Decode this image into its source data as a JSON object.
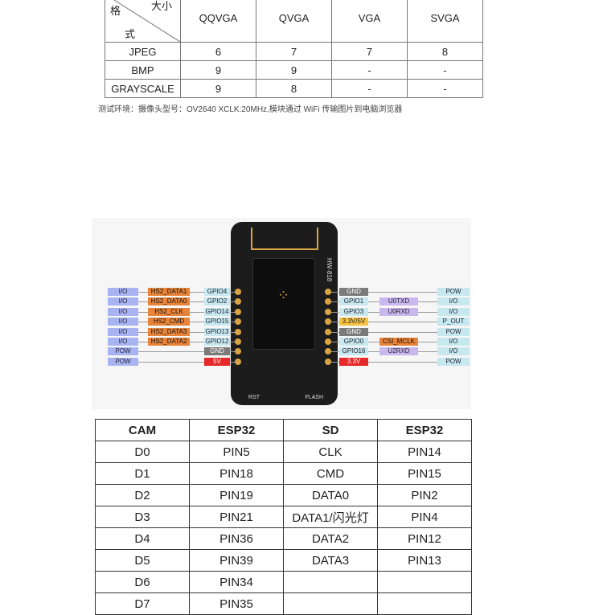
{
  "top_table": {
    "corner": {
      "size_label": "大小",
      "format_label_1": "格",
      "format_label_2": "式"
    },
    "columns": [
      "QQVGA",
      "QVGA",
      "VGA",
      "SVGA"
    ],
    "rows": [
      {
        "format": "JPEG",
        "values": [
          "6",
          "7",
          "7",
          "8"
        ]
      },
      {
        "format": "BMP",
        "values": [
          "9",
          "9",
          "-",
          "-"
        ]
      },
      {
        "format": "GRAYSCALE",
        "values": [
          "9",
          "8",
          "-",
          "-"
        ]
      }
    ],
    "note": "测试环境：摄像头型号：OV2640  XCLK:20MHz,模块通过 WiFi 传输图片到电脑浏览器"
  },
  "board": {
    "model": "HW-818",
    "rst_label": "RST",
    "flash_label": "FLASH",
    "left_pins": [
      {
        "type": "I/O",
        "func": "HS2_DATA1",
        "gpio": "GPIO4"
      },
      {
        "type": "I/O",
        "func": "HS2_DATA0",
        "gpio": "GPIO2"
      },
      {
        "type": "I/O",
        "func": "HS2_CLK",
        "gpio": "GPIO14"
      },
      {
        "type": "I/O",
        "func": "HS2_CMD",
        "gpio": "GPIO15"
      },
      {
        "type": "I/O",
        "func": "HS2_DATA3",
        "gpio": "GPIO13"
      },
      {
        "type": "I/O",
        "func": "HS2_DATA2",
        "gpio": "GPIO12"
      },
      {
        "type": "POW",
        "func": "",
        "gpio": "GND"
      },
      {
        "type": "POW",
        "func": "",
        "gpio": "5V"
      }
    ],
    "right_pins": [
      {
        "gpio": "GND",
        "func": "",
        "type": "POW"
      },
      {
        "gpio": "GPIO1",
        "func": "U0TXD",
        "type": "I/O"
      },
      {
        "gpio": "GPIO3",
        "func": "U0RXD",
        "type": "I/O"
      },
      {
        "gpio": "3.3V/5V",
        "func": "",
        "type": "P_OUT"
      },
      {
        "gpio": "GND",
        "func": "",
        "type": "POW"
      },
      {
        "gpio": "GPIO0",
        "func": "CSI_MCLK",
        "type": "I/O"
      },
      {
        "gpio": "GPIO16",
        "func": "U2RXD",
        "type": "I/O"
      },
      {
        "gpio": "3.3V",
        "func": "",
        "type": "POW"
      }
    ]
  },
  "pin_table": {
    "headers": [
      "CAM",
      "ESP32",
      "SD",
      "ESP32"
    ],
    "rows": [
      [
        "D0",
        "PIN5",
        "CLK",
        "PIN14"
      ],
      [
        "D1",
        "PIN18",
        "CMD",
        "PIN15"
      ],
      [
        "D2",
        "PIN19",
        "DATA0",
        "PIN2"
      ],
      [
        "D3",
        "PIN21",
        "DATA1/闪光灯",
        "PIN4"
      ],
      [
        "D4",
        "PIN36",
        "DATA2",
        "PIN12"
      ],
      [
        "D5",
        "PIN39",
        "DATA3",
        "PIN13"
      ],
      [
        "D6",
        "PIN34",
        "",
        ""
      ],
      [
        "D7",
        "PIN35",
        "",
        ""
      ]
    ]
  }
}
